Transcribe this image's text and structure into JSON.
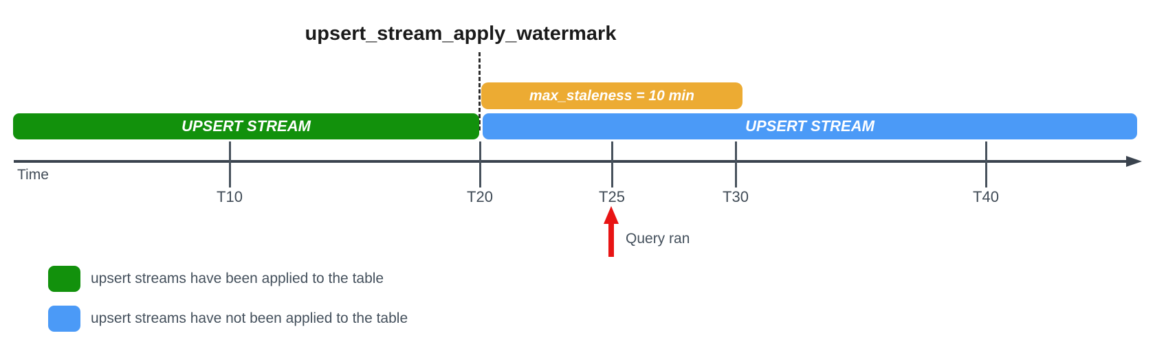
{
  "title": "upsert_stream_apply_watermark",
  "colors": {
    "applied_green": "#12910c",
    "pending_blue": "#4b9af7",
    "staleness_orange": "#ecab33",
    "query_arrow_red": "#e81414",
    "axis_dark": "#3a434e",
    "text_gray": "#44505c"
  },
  "timeline": {
    "axis": {
      "label": "Time"
    },
    "ticks": [
      {
        "label": "T10"
      },
      {
        "label": "T20"
      },
      {
        "label": "T25"
      },
      {
        "label": "T30"
      },
      {
        "label": "T40"
      }
    ],
    "bars": {
      "applied": {
        "label": "UPSERT STREAM",
        "from": "start",
        "to": "T20",
        "color": "#12910c"
      },
      "pending": {
        "label": "UPSERT STREAM",
        "from": "T20",
        "to": "end",
        "color": "#4b9af7"
      },
      "staleness": {
        "label": "max_staleness = 10 min",
        "from": "T20",
        "to": "T30",
        "color": "#ecab33"
      }
    },
    "watermark_marker": {
      "at": "T20"
    },
    "annotation": {
      "label": "Query ran",
      "at": "T25"
    }
  },
  "legend": {
    "items": [
      {
        "label": "upsert streams have been applied to the table",
        "color": "#12910c"
      },
      {
        "label": "upsert streams have not been applied to the table",
        "color": "#4b9af7"
      }
    ]
  }
}
